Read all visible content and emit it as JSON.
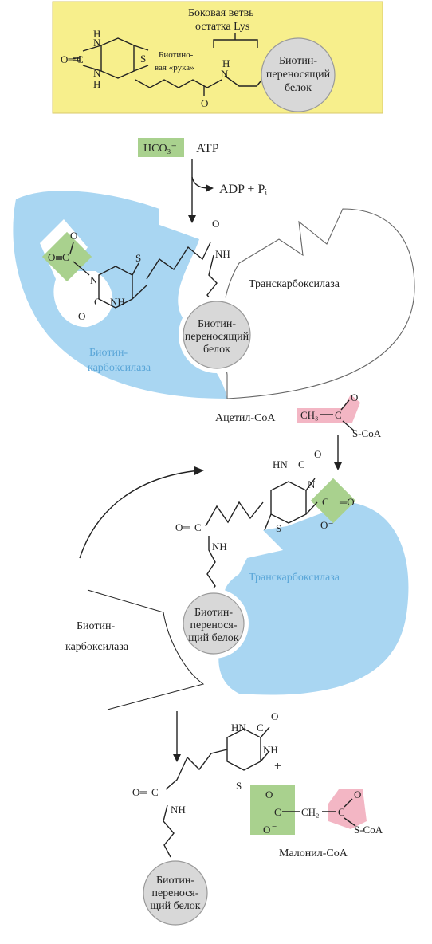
{
  "colors": {
    "panel_yellow": "#f7ef8c",
    "panel_border": "#d9c96b",
    "carboxyl_green": "#a9d18e",
    "acyl_pink": "#f3b6c4",
    "enzyme_blue": "#a9d6f2",
    "protein_gray": "#d8d8d8",
    "label_blue": "#5aa6d8"
  },
  "atoms": {
    "n": "N",
    "h": "H",
    "nh": "NH",
    "hn": "HN",
    "o": "O",
    "s": "S",
    "c": "C",
    "o_minus": "O",
    "minus": "−",
    "o_eq": "O═",
    "eq_o": "═O"
  },
  "header": {
    "side_chain_line1": "Боковая ветвь",
    "side_chain_line2": "остатка Lys",
    "arm_line1": "Биотино-",
    "arm_line2": "вая «рука»",
    "bccp_line1": "Биотин-",
    "bccp_line2": "переносящий",
    "bccp_line3": "белок"
  },
  "reagents": {
    "bicarbonate": "HCO₃⁻",
    "atp": "+ ATP",
    "adp_pi": "ADP + Pᵢ",
    "acetyl_coa": "Ацетил-CoA",
    "ch3": "CH₃",
    "scoa": "S-CoA",
    "plus": "+",
    "ch2": "CH₂",
    "malonyl_coa": "Малонил-CoA"
  },
  "enzymes": {
    "transcarboxylase": "Транскарбоксилаза",
    "biotin_carboxylase_line1": "Биотин-",
    "biotin_carboxylase_line2": "карбоксилаза",
    "bccp_line1": "Биотин-",
    "bccp_line2": "переносящий",
    "bccp_line3": "белок",
    "bccp_short_line1": "Биотин-",
    "bccp_short_line2": "перенося-",
    "bccp_short_line3": "щий белок"
  }
}
